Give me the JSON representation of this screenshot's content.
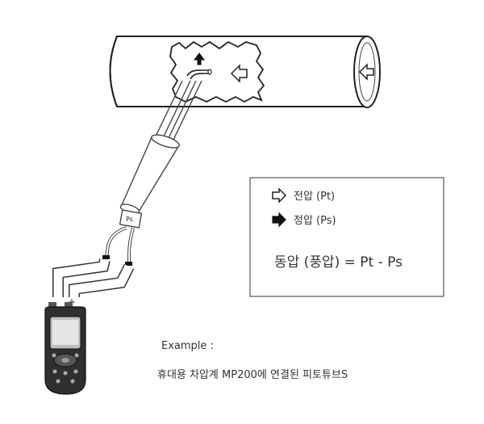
{
  "legend": {
    "total_pressure": "전압 (Pt)",
    "static_pressure": "정압 (Ps)",
    "formula": "동압 (풍압) = Pt - Ps"
  },
  "caption": {
    "example_label": "Example :",
    "description": "휴대용 차압계 MP200에 연결된 피토튜브S"
  },
  "device": {
    "port_minus": "-",
    "port_plus": "+",
    "tube_tag": "Ps"
  },
  "icons": {
    "flow_arrow_hollow": "hollow-arrow-left-icon",
    "flow_arrow_solid": "solid-arrow-right-icon"
  }
}
